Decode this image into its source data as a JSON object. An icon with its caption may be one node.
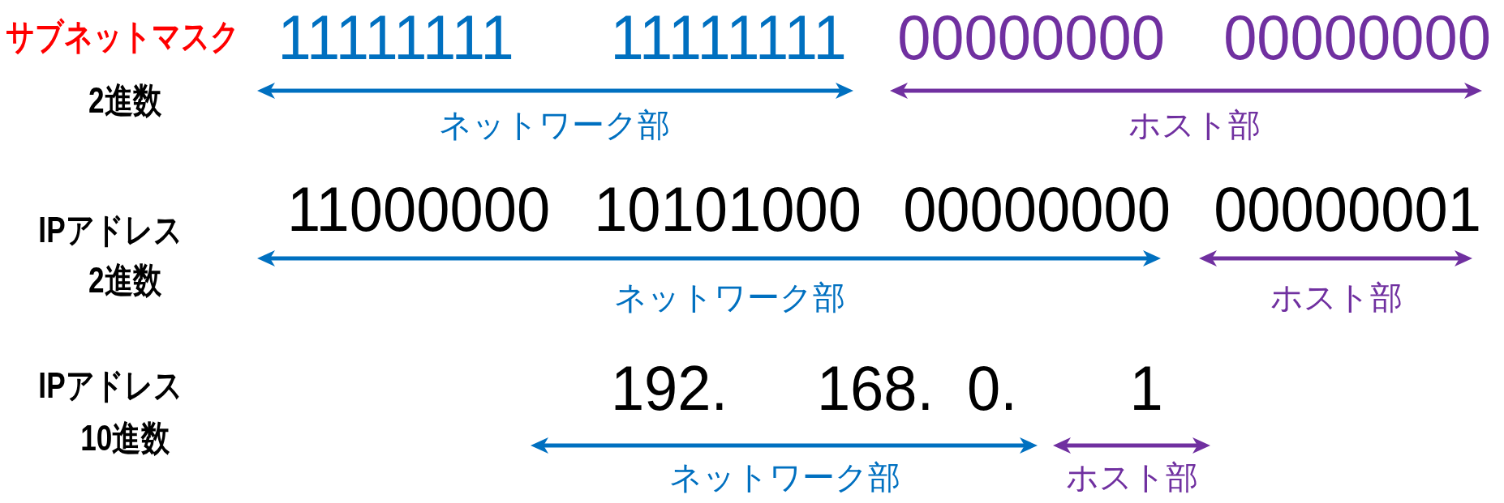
{
  "diagram": {
    "labels": [
      "サブネットマスク",
      "11111111",
      "11111111",
      "00000000",
      "00000000",
      "2進数",
      "ネットワーク部",
      "ホスト部",
      "IPアドレス",
      "11000000",
      "10101000",
      "00000000",
      "00000001",
      "2進数",
      "ネットワーク部",
      "ホスト部",
      "IPアドレス",
      "192.",
      "168.",
      "0.",
      "1",
      "10進数",
      "ネットワーク部",
      "ホスト部"
    ]
  }
}
